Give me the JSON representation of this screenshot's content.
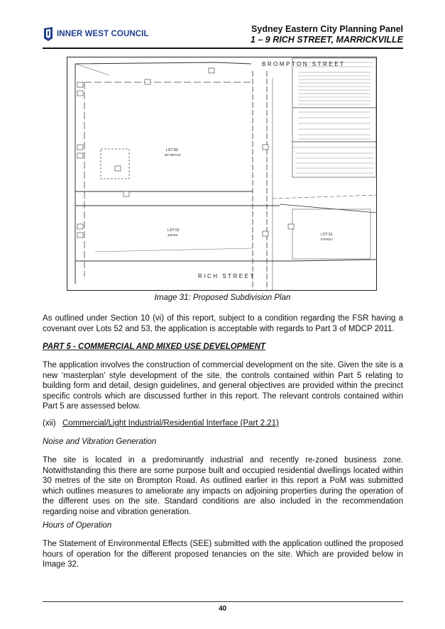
{
  "header": {
    "logo_text": "INNER WEST COUNCIL",
    "title": "Sydney Eastern City Planning Panel",
    "subtitle": "1 – 9 RICH STREET, MARRICKVILLE"
  },
  "plan": {
    "street_top": "BROMPTON STREET",
    "street_bottom": "RICH STREET",
    "lot_upper": "LOT 83",
    "lot_upper_dp": "DP 860719",
    "lot_middle": "LOT 52",
    "lot_middle_dp": "33ІЧ62",
    "lot_right": "LOT 51",
    "lot_right_dp": "57ІЧ627"
  },
  "caption": "Image 31: Proposed Subdivision Plan",
  "paragraphs": {
    "p1": "As outlined under Section 10 (vi) of this report, subject to a condition regarding the FSR having a covenant over Lots 52 and 53, the application is acceptable with regards to Part 3 of MDCP 2011.",
    "heading": "PART 5 - COMMERCIAL AND MIXED USE DEVELOPMENT",
    "p2": "The application involves the construction of commercial development on the site. Given the site is a new ‘masterplan’ style development of the site, the controls contained within Part 5 relating to building form and detail, design guidelines, and general objectives are provided within the precinct specific controls which are discussed further in this report. The relevant controls contained within Part 5 are assessed below.",
    "item_num": "(xii)",
    "item_title": "Commercial/Light Industrial/Residential Interface (Part 2.21)",
    "sub1": "Noise and Vibration Generation",
    "p3": "The site is located in a predominantly industrial and recently re-zoned business zone. Notwithstanding this there are some purpose built and occupied residential dwellings located within 30 metres of the site on Brompton Road. As outlined earlier in this report a PoM was submitted which outlines measures to ameliorate any impacts on adjoining properties during the operation of the different uses on the site. Standard conditions are also included in the recommendation regarding noise and vibration generation.",
    "sub2": "Hours of Operation",
    "p4": "The Statement of Environmental Effects (SEE) submitted with the application outlined the proposed hours of operation for the different proposed tenancies on the site. Which are provided below in Image 32."
  },
  "footer": {
    "page": "40"
  },
  "colors": {
    "logo_blue": "#1f3f8f"
  }
}
